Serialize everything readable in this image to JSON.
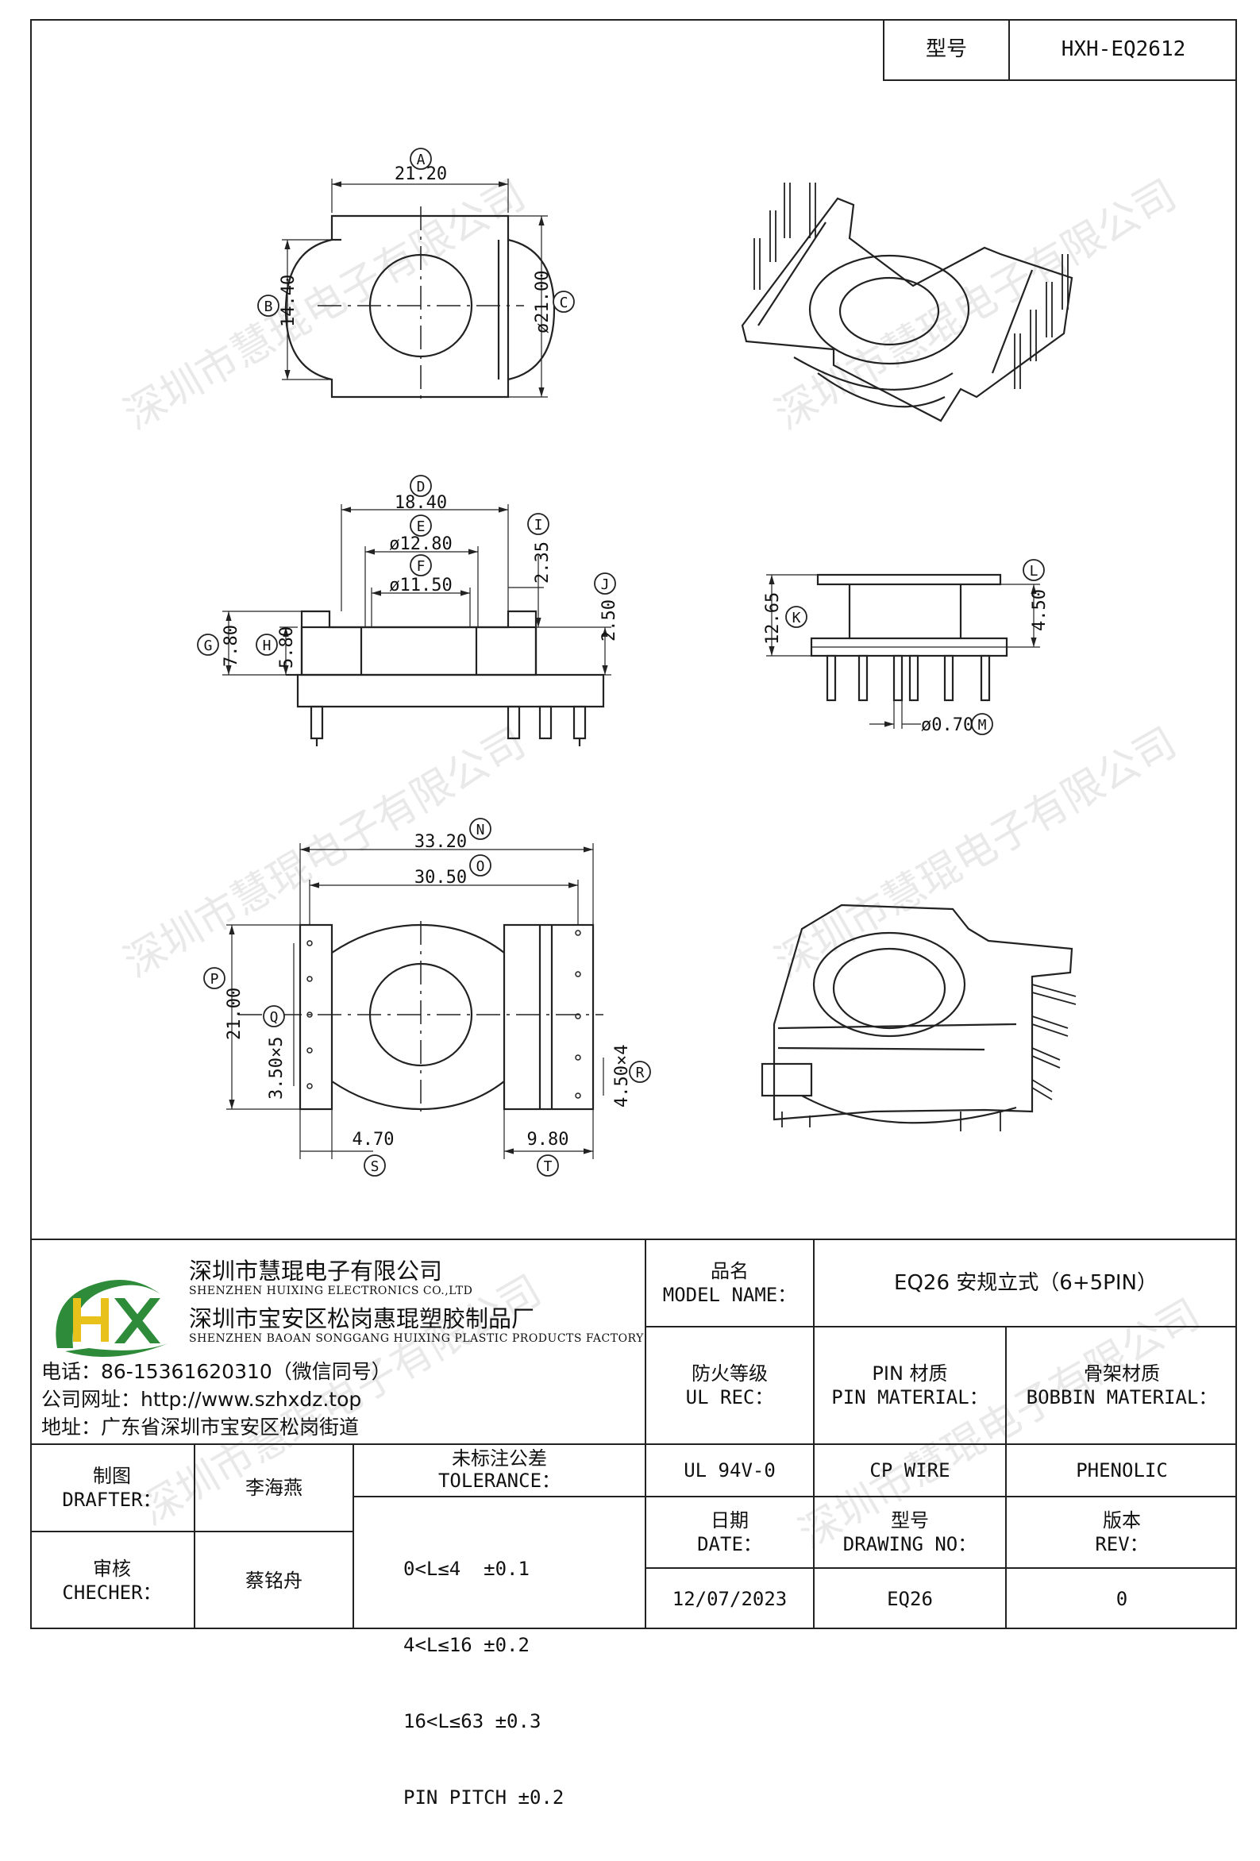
{
  "header": {
    "model_label": "型号",
    "model_value": "HXH-EQ2612"
  },
  "watermark": "深圳市慧琨电子有限公司",
  "dims": {
    "A": "A",
    "B": "B",
    "C": "C",
    "D": "D",
    "E": "E",
    "F": "F",
    "G": "G",
    "H": "H",
    "I": "I",
    "J": "J",
    "K": "K",
    "L": "L",
    "M": "M",
    "N": "N",
    "O": "O",
    "P": "P",
    "Q": "Q",
    "R": "R",
    "S": "S",
    "T": "T",
    "a_val": "21.20",
    "b_val": "14.40",
    "c_val": "ø21.00",
    "d_val": "18.40",
    "e_val": "ø12.80",
    "f_val": "ø11.50",
    "g_val": "7.80",
    "h_val": "5.80",
    "i_val": "2.35",
    "j_val": "2.50",
    "k_val": "12.65",
    "l_val": "4.50",
    "m_val": "ø0.70",
    "n_val": "33.20",
    "o_val": "30.50",
    "p_val": "21.00",
    "q_val": "3.50×5",
    "r_val": "4.50×4",
    "s_val": "4.70",
    "t_val": "9.80"
  },
  "company": {
    "logo_text": "HX",
    "name_cn": "深圳市慧琨电子有限公司",
    "name_en": "SHENZHEN HUIXING ELECTRONICS CO.,LTD",
    "factory_cn": "深圳市宝安区松岗惠琨塑胶制品厂",
    "factory_en": "SHENZHEN BAOAN SONGGANG HUIXING PLASTIC PRODUCTS FACTORY",
    "phone": "电话：86-15361620310（微信同号）",
    "website": "公司网址：http://www.szhxdz.top",
    "address": "地址：广东省深圳市宝安区松岗街道"
  },
  "title_block": {
    "model_name_cn": "品名",
    "model_name_en": "MODEL NAME：",
    "model_name_value": "EQ26 安规立式（6+5PIN）",
    "ul_cn": "防火等级",
    "ul_en": "UL REC：",
    "pin_cn": "PIN 材质",
    "pin_en": "PIN MATERIAL：",
    "bobbin_cn": "骨架材质",
    "bobbin_en": "BOBBIN MATERIAL：",
    "ul_value": "UL 94V-0",
    "pin_value": "CP WIRE",
    "bobbin_value": "PHENOLIC",
    "drafter_cn": "制图",
    "drafter_en": "DRAFTER：",
    "drafter_value": "李海燕",
    "checker_cn": "审核",
    "checker_en": "CHECHER：",
    "checker_value": "蔡铭舟",
    "tol_cn": "未标注公差",
    "tol_en": "TOLERANCE：",
    "tol_lines": [
      "0<L≤4  ±0.1",
      "4<L≤16 ±0.2",
      "16<L≤63 ±0.3",
      "PIN PITCH ±0.2"
    ],
    "date_cn": "日期",
    "date_en": "DATE：",
    "date_value": "12/07/2023",
    "drawing_cn": "型号",
    "drawing_en": "DRAWING NO：",
    "drawing_value": "EQ26",
    "rev_cn": "版本",
    "rev_en": "REV：",
    "rev_value": "0"
  }
}
